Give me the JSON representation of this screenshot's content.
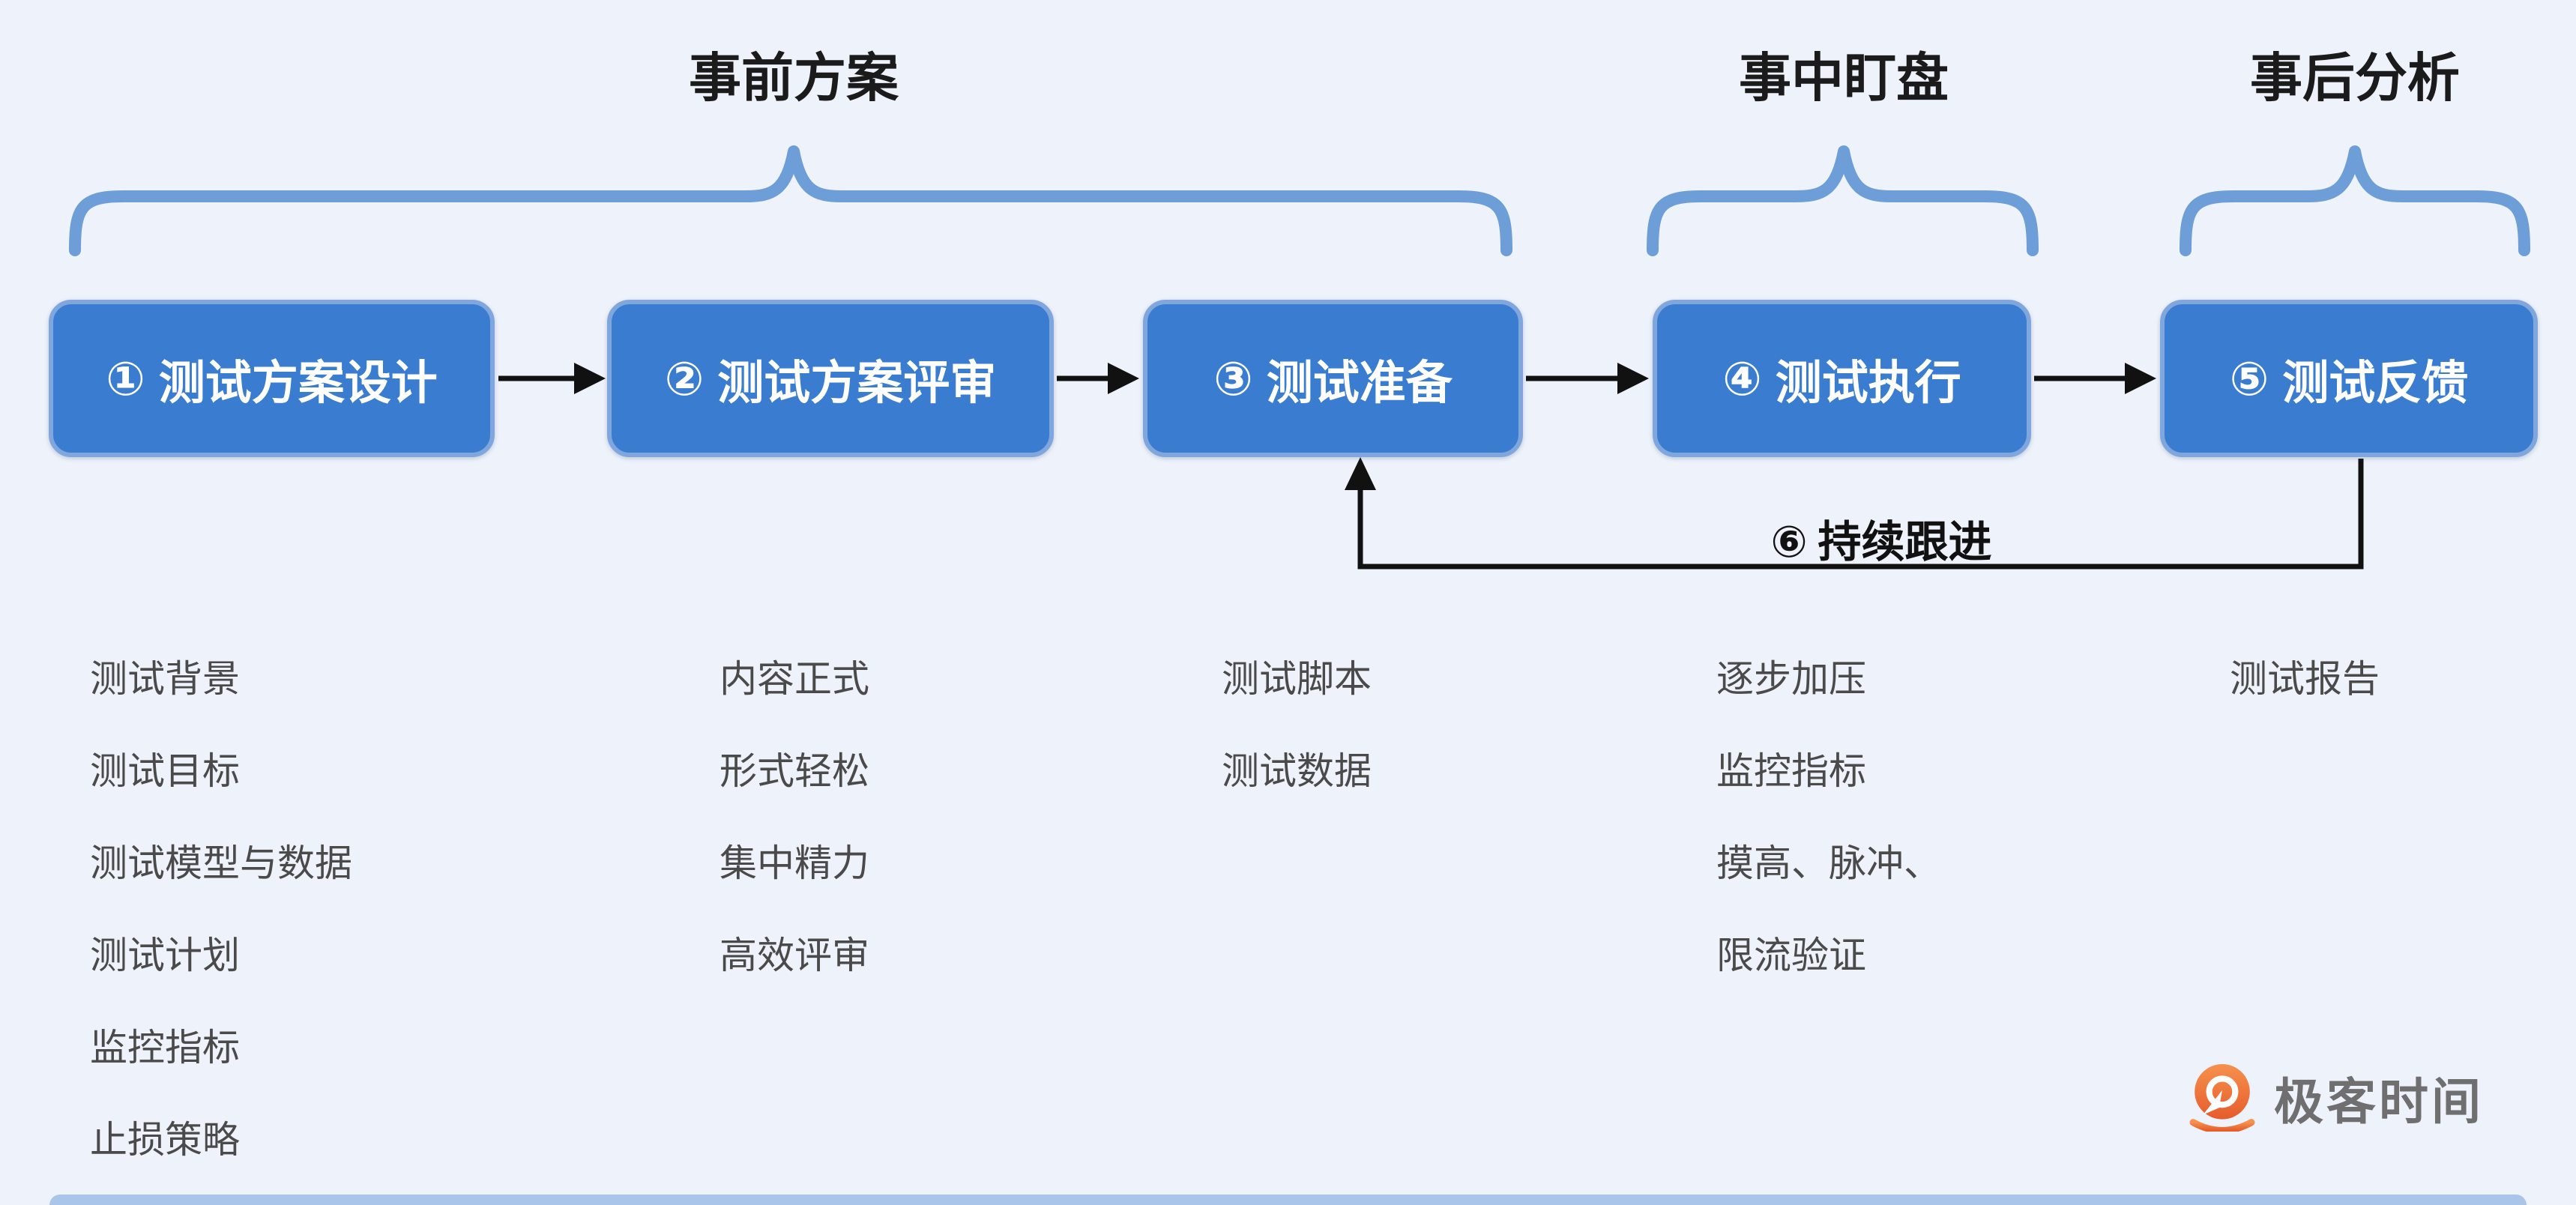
{
  "colors": {
    "background": "#EEF2FA",
    "box_fill": "#3A7CD0",
    "box_border": "#7FA7DD",
    "box_text": "#FFFFFF",
    "brace": "#6D9ED8",
    "arrow": "#111111",
    "list_text": "#4A4A4A",
    "phase_label_text": "#1B1B1B",
    "logo_text": "#6F6F6F",
    "logo_orange": "#ED6C2F",
    "bottom_bar": "#A9C6EA"
  },
  "phases": [
    {
      "label": "事前方案"
    },
    {
      "label": "事中盯盘"
    },
    {
      "label": "事后分析"
    }
  ],
  "steps": [
    {
      "number": "①",
      "title": "测试方案设计",
      "items": [
        "测试背景",
        "测试目标",
        "测试模型与数据",
        "测试计划",
        "监控指标",
        "止损策略"
      ]
    },
    {
      "number": "②",
      "title": "测试方案评审",
      "items": [
        "内容正式",
        "形式轻松",
        "集中精力",
        "高效评审"
      ]
    },
    {
      "number": "③",
      "title": "测试准备",
      "items": [
        "测试脚本",
        "测试数据"
      ]
    },
    {
      "number": "④",
      "title": "测试执行",
      "items": [
        "逐步加压",
        "监控指标",
        "摸高、脉冲、",
        "限流验证"
      ]
    },
    {
      "number": "⑤",
      "title": "测试反馈",
      "items": [
        "测试报告"
      ]
    }
  ],
  "loop": {
    "number": "⑥",
    "title": "持续跟进"
  },
  "logo": {
    "text": "极客时间"
  }
}
